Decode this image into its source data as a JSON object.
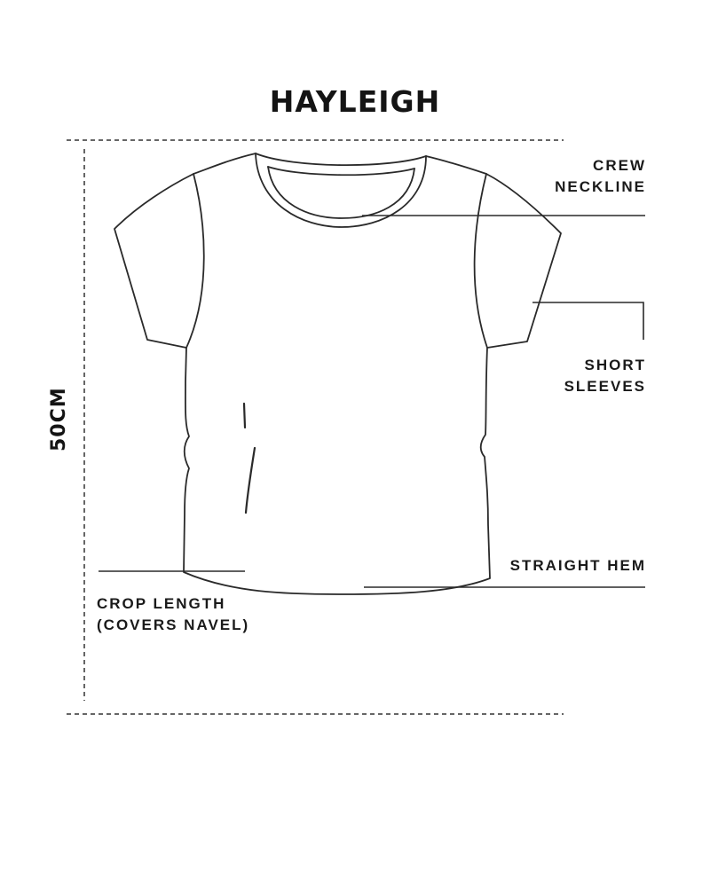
{
  "title": "HAYLEIGH",
  "measurement": {
    "value": "50CM"
  },
  "callouts": {
    "crew_neckline": {
      "line1": "CREW",
      "line2": "NECKLINE"
    },
    "short_sleeves": {
      "line1": "SHORT",
      "line2": "SLEEVES"
    },
    "straight_hem": {
      "line1": "STRAIGHT HEM"
    },
    "crop_length": {
      "line1": "CROP LENGTH",
      "line2": "(COVERS NAVEL)"
    }
  },
  "colors": {
    "ink": "#1a1a1a",
    "background": "#ffffff"
  }
}
